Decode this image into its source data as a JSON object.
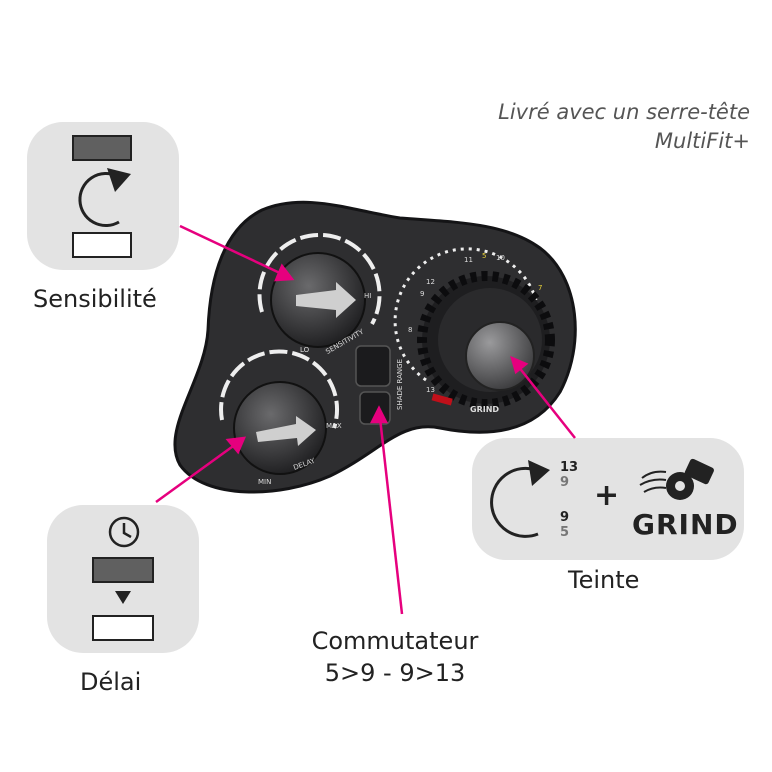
{
  "note": {
    "line1": "Livré avec un serre-tête",
    "line2": "MultiFit+"
  },
  "labels": {
    "sensibilite": "Sensibilité",
    "delai": "Délai",
    "teinte": "Teinte",
    "commutateur_line1": "Commutateur",
    "commutateur_line2": "5>9 - 9>13"
  },
  "teinte_card": {
    "top_numbers": [
      "13",
      "9"
    ],
    "bottom_numbers": [
      "9",
      "5"
    ],
    "plus": "+",
    "grind": "GRIND"
  },
  "device": {
    "sensitivity_knob": {
      "label": "SENSITIVITY",
      "lo": "LO",
      "hi": "HI"
    },
    "delay_knob": {
      "label": "DELAY",
      "min": "MIN",
      "max": "MAX"
    },
    "shade_range_label": "SHADE RANGE",
    "shade_knob": {
      "ticks": [
        "8",
        "9",
        "10",
        "11",
        "12",
        "13",
        "5",
        "7"
      ],
      "grind": "GRIND"
    }
  },
  "colors": {
    "accent": "#e6007e",
    "card": "#e3e3e3",
    "device": "#2e2e30"
  },
  "icons": [
    "rotate-clockwise-icon",
    "timer-clock-icon",
    "down-arrow-icon",
    "grinder-icon"
  ]
}
